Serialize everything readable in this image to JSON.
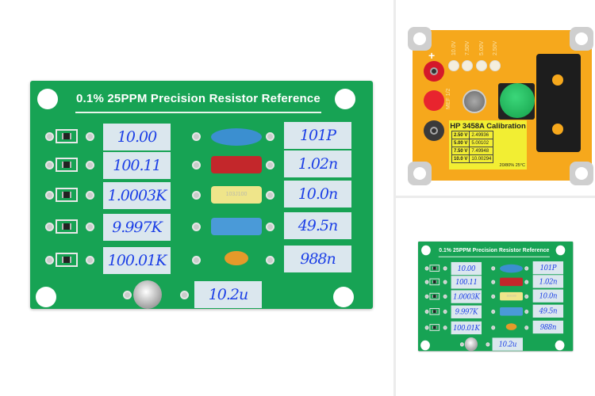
{
  "board": {
    "title": "0.1% 25PPM Precision Resistor Reference",
    "resistor_labels": [
      "10.00",
      "100.11",
      "1.0003K",
      "9.997K",
      "100.01K"
    ],
    "capacitor_labels": [
      "101P",
      "1.02n",
      "10.0n",
      "49.5n",
      "988n"
    ],
    "capacitor_colors": [
      "#3b8fd0",
      "#c3272b",
      "#efe58a",
      "#4a9ad8",
      "#e59a2a"
    ],
    "film_cap_marking": "103J100",
    "electrolytic_label": "10.2u"
  },
  "calibrator": {
    "title": "HP 3458A Calibration",
    "voltage_labels": [
      "10.0V",
      "7.50V",
      "5.00V",
      "2.50V"
    ],
    "side_label": "MEF 1/2",
    "plus": "+",
    "table": [
      [
        "2.50 V",
        "2.49936"
      ],
      [
        "5.00 V",
        "5.00102"
      ],
      [
        "7.50 V",
        "7.49948"
      ],
      [
        "10.0 V",
        "10.00294"
      ]
    ],
    "conditions": "20/80% 25°C"
  },
  "colors": {
    "pcb_green": "#17a354",
    "pcb_yellow": "#f6a81c",
    "ink_blue": "#1c3fe6"
  }
}
